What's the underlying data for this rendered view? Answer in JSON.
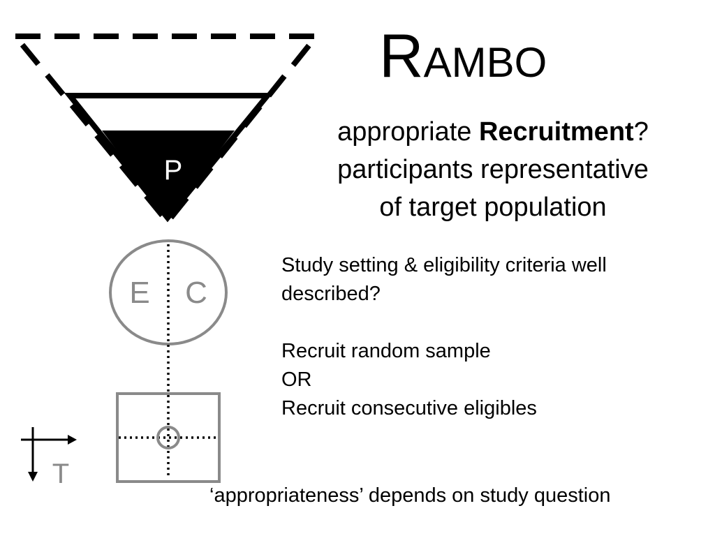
{
  "title": {
    "initial": "R",
    "rest": "AMBO"
  },
  "subtitle": {
    "line1_pre": "appropriate ",
    "line1_bold": "Recruitment",
    "line1_post": "?",
    "line2": "participants representative",
    "line3": "of target population"
  },
  "body": {
    "line1": "Study setting & eligibility criteria well",
    "line2": "described?",
    "line3": "Recruit random sample",
    "line4": "OR",
    "line5": "Recruit consecutive eligibles"
  },
  "footnote": "‘appropriateness’ depends on study question",
  "diagram": {
    "population_label": "P",
    "exposed_label": "E",
    "control_label": "C",
    "time_label": "T"
  },
  "colors": {
    "foreground": "#000000",
    "grey": "#8a8a8a",
    "background": "#ffffff"
  }
}
